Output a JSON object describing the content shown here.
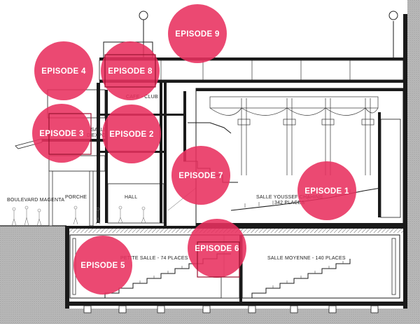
{
  "episodes": [
    {
      "label": "EPISODE 1"
    },
    {
      "label": "EPISODE 2"
    },
    {
      "label": "EPISODE 3"
    },
    {
      "label": "EPISODE 4"
    },
    {
      "label": "EPISODE 5"
    },
    {
      "label": "EPISODE 6"
    },
    {
      "label": "EPISODE  7"
    },
    {
      "label": "EPISODE 8"
    },
    {
      "label": "EPISODE 9"
    }
  ],
  "labels": {
    "cafe_club": "CAFE - CLUB",
    "salle_expo_1": "SALLE",
    "salle_expo_2": "D'EXPO",
    "porche": "PORCHE",
    "hall": "HALL",
    "boulevard": "BOULEVARD MAGENTA",
    "salle_youssef": "SALLE YOUSSEF CHAHINE",
    "salle_youssef_places": "342 PLACES",
    "petite_salle": "PETITE SALLE - 74 PLACES",
    "salle_moyenne": "SALLE MOYENNE - 140 PLACES"
  },
  "colors": {
    "episode_fill": "#e8305f",
    "episode_text": "#ffffff",
    "drawing_line": "#1a1a1a"
  }
}
